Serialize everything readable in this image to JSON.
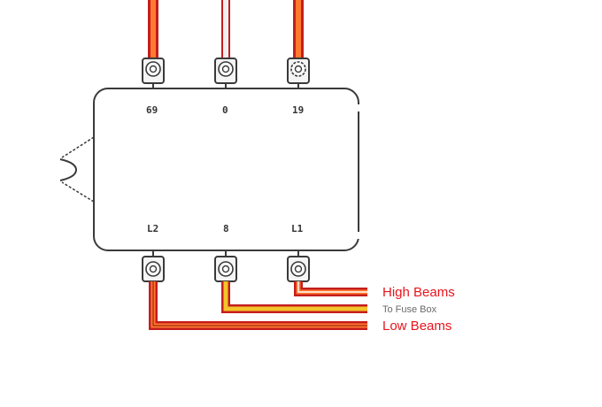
{
  "terminals": {
    "top": [
      {
        "id": "t1",
        "label": "69"
      },
      {
        "id": "t2",
        "label": "0"
      },
      {
        "id": "t3",
        "label": "19"
      }
    ],
    "bottom": [
      {
        "id": "b1",
        "label": "L2"
      },
      {
        "id": "b2",
        "label": "8"
      },
      {
        "id": "b3",
        "label": "L1"
      }
    ]
  },
  "wire_labels": {
    "high_beams": "High Beams",
    "to_fuse_box": "To Fuse Box",
    "low_beams": "Low Beams"
  },
  "colors": {
    "wire_red_orange": "#e8552a",
    "wire_dark_red": "#c41e1e",
    "wire_yellow": "#f3c52a",
    "wire_gray": "#b8b8b8",
    "label_red": "#e8141c",
    "label_gray": "#6a6a6a",
    "outline": "#3a3a3a"
  }
}
